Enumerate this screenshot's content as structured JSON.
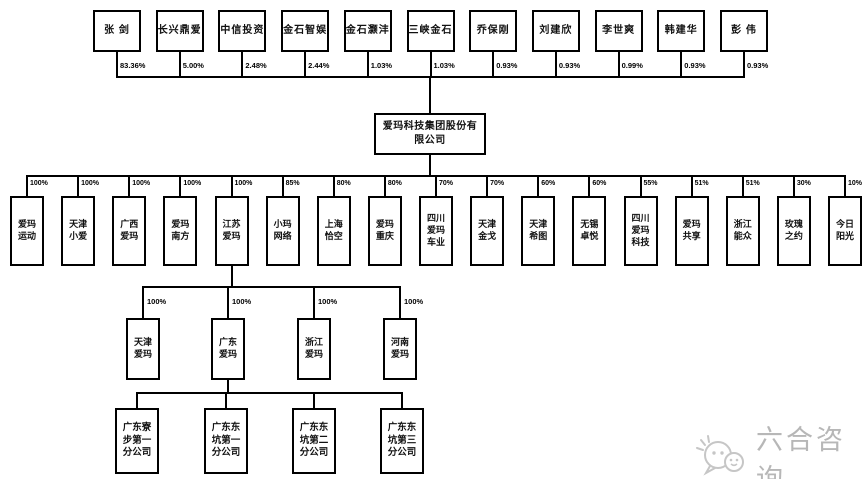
{
  "root_company": {
    "name": "爱玛科技集团股份有\n限公司"
  },
  "shareholders": [
    {
      "name": "张 剑",
      "pct": "83.36%"
    },
    {
      "name": "长兴鼎爱",
      "pct": "5.00%"
    },
    {
      "name": "中信投资",
      "pct": "2.48%"
    },
    {
      "name": "金石智娱",
      "pct": "2.44%"
    },
    {
      "name": "金石灏沣",
      "pct": "1.03%"
    },
    {
      "name": "三峡金石",
      "pct": "1.03%"
    },
    {
      "name": "乔保刚",
      "pct": "0.93%"
    },
    {
      "name": "刘建欣",
      "pct": "0.93%"
    },
    {
      "name": "李世爽",
      "pct": "0.99%"
    },
    {
      "name": "韩建华",
      "pct": "0.93%"
    },
    {
      "name": "彭 伟",
      "pct": "0.93%"
    }
  ],
  "subsidiaries": [
    {
      "name": "爱玛\n运动",
      "pct": "100%"
    },
    {
      "name": "天津\n小爱",
      "pct": "100%"
    },
    {
      "name": "广西\n爱玛",
      "pct": "100%"
    },
    {
      "name": "爱玛\n南方",
      "pct": "100%"
    },
    {
      "name": "江苏\n爱玛",
      "pct": "100%"
    },
    {
      "name": "小玛\n网络",
      "pct": "85%"
    },
    {
      "name": "上海\n恰空",
      "pct": "80%"
    },
    {
      "name": "爱玛\n重庆",
      "pct": "80%"
    },
    {
      "name": "四川\n爱玛\n车业",
      "pct": "70%"
    },
    {
      "name": "天津\n金戈",
      "pct": "70%"
    },
    {
      "name": "天津\n希图",
      "pct": "60%"
    },
    {
      "name": "无锡\n卓悦",
      "pct": "60%"
    },
    {
      "name": "四川\n爱玛\n科技",
      "pct": "55%"
    },
    {
      "name": "爱玛\n共享",
      "pct": "51%"
    },
    {
      "name": "浙江\n能众",
      "pct": "51%"
    },
    {
      "name": "玫瑰\n之约",
      "pct": "30%"
    },
    {
      "name": "今日\n阳光",
      "pct": "10%"
    }
  ],
  "jiangsu_children": [
    {
      "name": "天津\n爱玛",
      "pct": "100%"
    },
    {
      "name": "广东\n爱玛",
      "pct": "100%"
    },
    {
      "name": "浙江\n爱玛",
      "pct": "100%"
    },
    {
      "name": "河南\n爱玛",
      "pct": "100%"
    }
  ],
  "guangdong_branches": [
    {
      "name": "广东寮\n步第一\n分公司"
    },
    {
      "name": "广东东\n坑第一\n分公司"
    },
    {
      "name": "广东东\n坑第二\n分公司"
    },
    {
      "name": "广东东\n坑第三\n分公司"
    }
  ],
  "watermark": {
    "text": "六合咨询",
    "icon": "wechat-logo"
  },
  "colors": {
    "line": "#000000",
    "box_background": "#ffffff",
    "watermark": "#b7b7b7"
  }
}
